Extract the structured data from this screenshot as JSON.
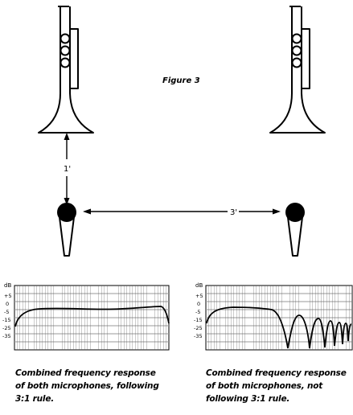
{
  "figure_title": "Figure 3",
  "distance_mic_to_source": "1'",
  "distance_between_mics": "3'",
  "graph_left": {
    "y_unit": "dB",
    "y_ticks": [
      "+5",
      "0",
      "-5",
      "-15",
      "-25",
      "-35"
    ],
    "caption_lines": [
      "Combined frequency response",
      "of both microphones, following",
      "3:1 rule."
    ]
  },
  "graph_right": {
    "y_unit": "dB",
    "y_ticks": [
      "+5",
      "0",
      "-5",
      "-15",
      "-25",
      "-35"
    ],
    "caption_lines": [
      "Combined frequency response",
      "of both microphones, not",
      "following 3:1 rule."
    ]
  }
}
